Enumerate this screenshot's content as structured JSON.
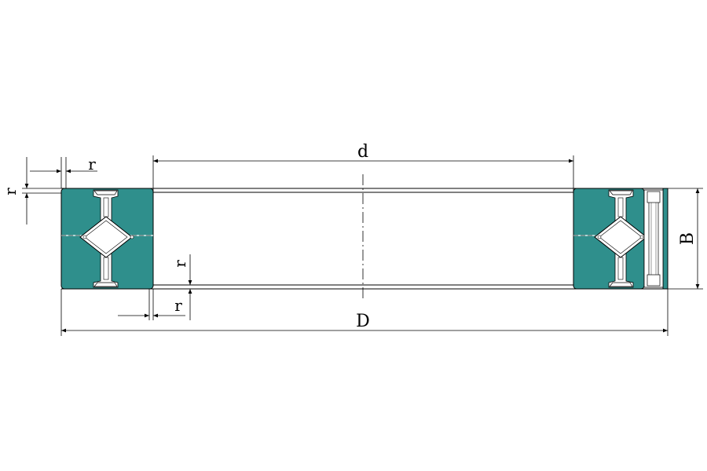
{
  "colors": {
    "ring_fill": "#2f8f8c",
    "line": "#000000",
    "background": "#ffffff"
  },
  "labels": {
    "bore": "d",
    "outer": "D",
    "width": "B",
    "chamfer": "r"
  }
}
